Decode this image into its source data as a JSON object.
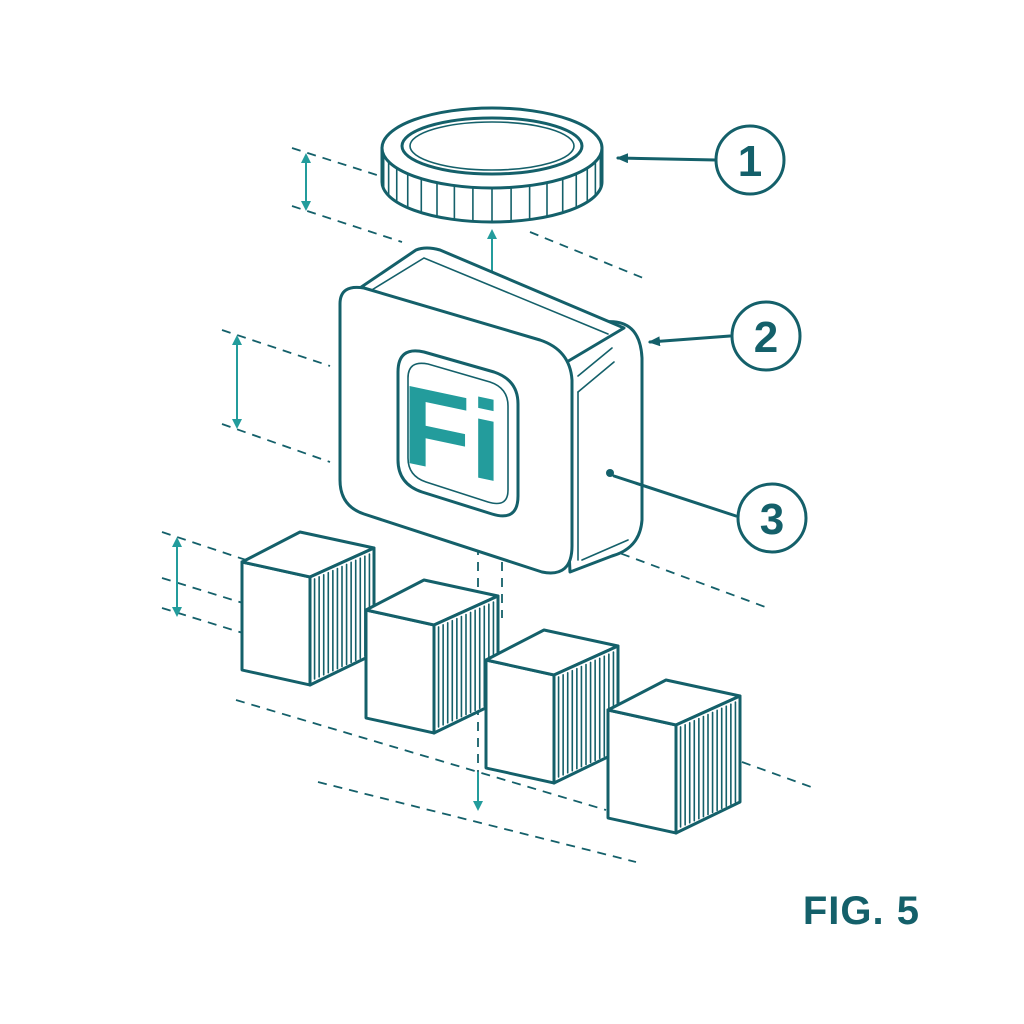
{
  "figure": {
    "label": "FIG. 5"
  },
  "device": {
    "logo_text": "Fi"
  },
  "callouts": [
    {
      "number": "1",
      "target": "coin"
    },
    {
      "number": "2",
      "target": "device-housing"
    },
    {
      "number": "3",
      "target": "side-port"
    }
  ],
  "colors": {
    "ink": "#14606a",
    "accent": "#239c9c",
    "background": "#ffffff"
  },
  "icons": [
    "coin-icon",
    "device-housing-icon",
    "cube-module-icon",
    "arrow-icon"
  ]
}
